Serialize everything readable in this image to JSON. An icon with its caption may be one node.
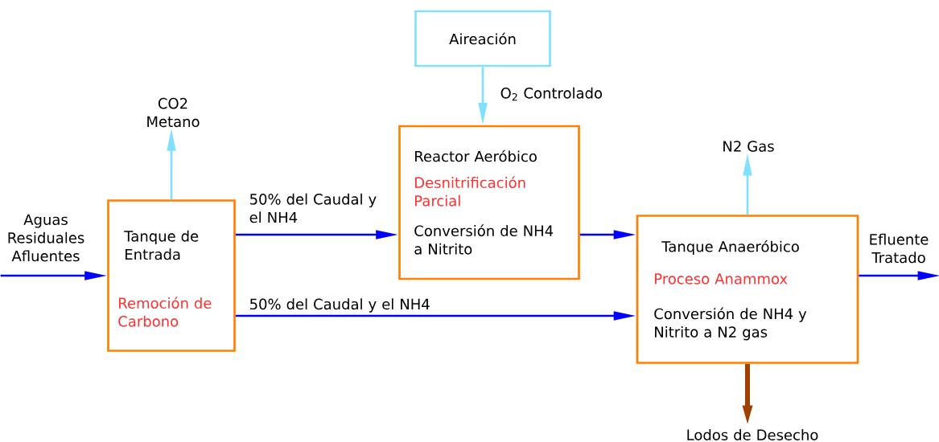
{
  "diagram": {
    "nodes": [
      {
        "text": [
          "Aireación"
        ]
      },
      {
        "text": [
          "CO2 Metano"
        ]
      },
      {
        "text": [
          "Aguas Residuales Afluentes"
        ]
      },
      {
        "text": [
          "Tanque de Entrada",
          "Remoción de Carbono"
        ]
      },
      {
        "text": [
          "Reactor Aeróbico",
          "Desnitrificación Parcial",
          "Conversión de NH4 a Nitrito"
        ]
      },
      {
        "text": [
          "N2 Gas"
        ]
      },
      {
        "text": [
          "Tanque Anaeróbico",
          "Proceso Anammox",
          "Conversión de NH4 y Nitrito a N2 gas"
        ]
      },
      {
        "text": [
          "Efluente Tratado"
        ]
      },
      {
        "text": [
          "Lodos de Desecho"
        ]
      }
    ],
    "edges": [
      {
        "from": 2,
        "to": 3,
        "arrow": "to"
      },
      {
        "from": 3,
        "to": 1,
        "arrow": "to",
        "color": "#80e0ff"
      },
      {
        "from": 3,
        "to": 4,
        "arrow": "to",
        "label": "50% del Caudal y el NH4"
      },
      {
        "from": 3,
        "to": 6,
        "arrow": "to",
        "label": "50% del Caudal y el NH4"
      },
      {
        "from": 0,
        "to": 4,
        "arrow": "to",
        "label": "O$_{2}$ Controlado",
        "color": "#80e0ff"
      },
      {
        "from": 4,
        "to": 6,
        "arrow": "to"
      },
      {
        "from": 6,
        "to": 5,
        "arrow": "to",
        "color": "#80e0ff"
      },
      {
        "from": 6,
        "to": 7,
        "arrow": "to"
      },
      {
        "from": 6,
        "to": 8,
        "arrow": "to",
        "style": "thick",
        "color": "#a04000"
      }
    ]
  }
}
